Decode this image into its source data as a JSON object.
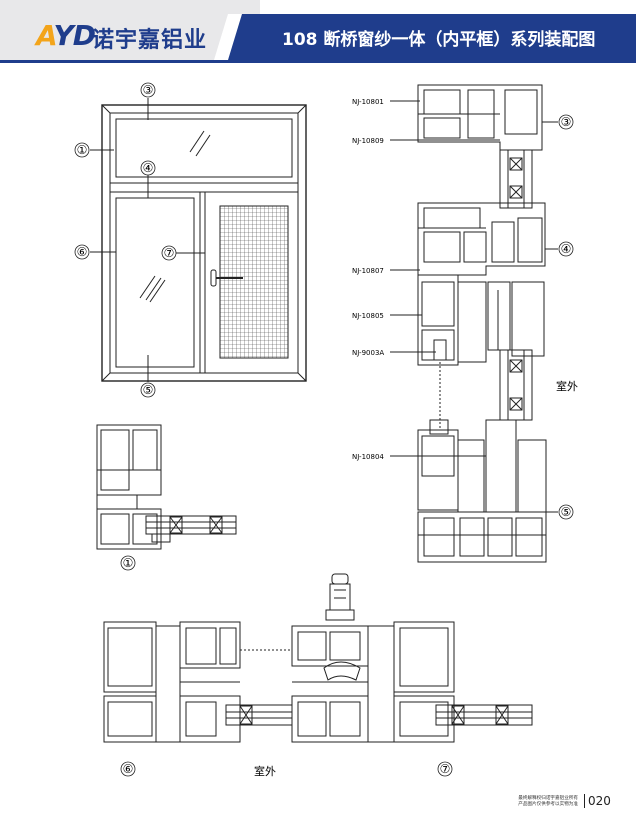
{
  "header": {
    "logo_text": "AYD",
    "company_name": "诺宇嘉铝业",
    "title": "108 断桥窗纱一体（内平框）系列装配图",
    "brand_color": "#1f3d8c",
    "accent_color": "#f3a41a"
  },
  "window_elevation": {
    "callouts": [
      "③",
      "①",
      "④",
      "⑥",
      "⑦",
      "⑤"
    ]
  },
  "vertical_section": {
    "part_codes": [
      "NJ-10801",
      "NJ-10809",
      "NJ-10807",
      "NJ-10805",
      "NJ-9003A",
      "NJ-10804"
    ],
    "callouts": [
      "③",
      "④",
      "⑤"
    ],
    "outside_label": "室外"
  },
  "detail_1": {
    "callout": "①"
  },
  "horizontal_section": {
    "callouts": [
      "⑥",
      "⑦"
    ],
    "outside_label": "室外"
  },
  "footer": {
    "note_line1": "最终解释权归诺宇嘉铝业所有",
    "note_line2": "产品图片仅供参考以实物为准",
    "page_number": "020"
  }
}
